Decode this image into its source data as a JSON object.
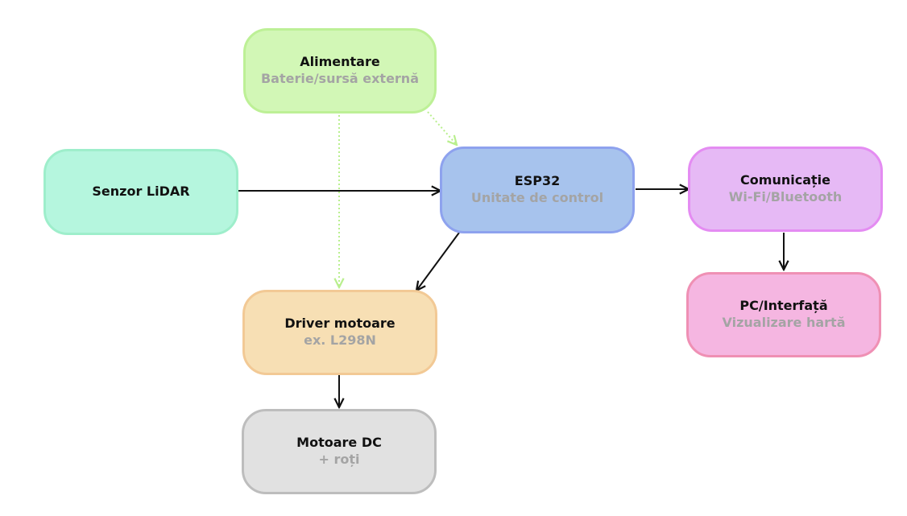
{
  "nodes": {
    "alimentare": {
      "title": "Alimentare",
      "subtitle": "Baterie/sursă externă"
    },
    "senzor": {
      "title": "Senzor LiDAR"
    },
    "esp32": {
      "title": "ESP32",
      "subtitle": "Unitate de control"
    },
    "comunicatie": {
      "title": "Comunicație",
      "subtitle": "Wi-Fi/Bluetooth"
    },
    "driver": {
      "title": "Driver motoare",
      "subtitle": "ex. L298N"
    },
    "pc": {
      "title": "PC/Interfață",
      "subtitle": "Vizualizare hartă"
    },
    "motoare": {
      "title": "Motoare DC",
      "subtitle": "+ roți"
    }
  },
  "edges": [
    {
      "from": "senzor",
      "to": "esp32",
      "style": "solid"
    },
    {
      "from": "esp32",
      "to": "comunicatie",
      "style": "solid"
    },
    {
      "from": "comunicatie",
      "to": "pc",
      "style": "solid"
    },
    {
      "from": "esp32",
      "to": "driver",
      "style": "solid"
    },
    {
      "from": "driver",
      "to": "motoare",
      "style": "solid"
    },
    {
      "from": "alimentare",
      "to": "esp32",
      "style": "dotted"
    },
    {
      "from": "alimentare",
      "to": "driver",
      "style": "dotted"
    }
  ],
  "colors": {
    "solid_edge": "#111111",
    "dotted_edge": "#b9ef8e",
    "subtitle_text": "#a4a4a4"
  }
}
